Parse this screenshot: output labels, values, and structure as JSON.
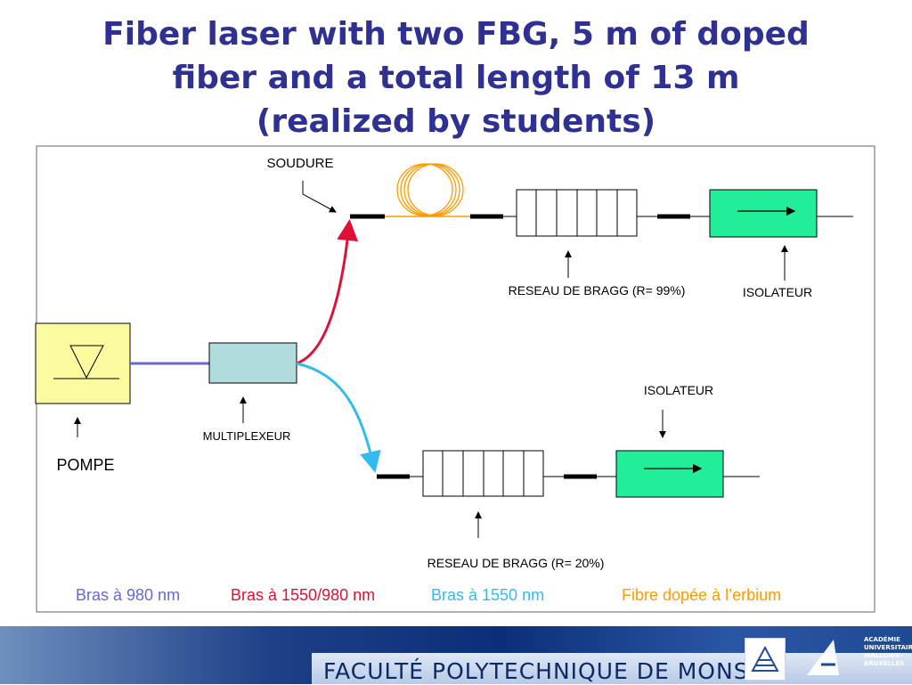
{
  "title": {
    "line1": "Fiber laser with two FBG, 5 m of doped",
    "line2": "fiber and a total length of 13 m",
    "line3": "(realized by students)"
  },
  "labels": {
    "soudure": "SOUDURE",
    "reseau_99": "RESEAU DE BRAGG (R= 99%)",
    "isolateur_top": "ISOLATEUR",
    "isolateur_bottom": "ISOLATEUR",
    "multiplexeur": "MULTIPLEXEUR",
    "pompe": "POMPE",
    "reseau_20": "RESEAU DE BRAGG (R= 20%)"
  },
  "legend": {
    "bras_980": "Bras à 980 nm",
    "bras_1550_980": "Bras à 1550/980 nm",
    "bras_1550": "Bras à 1550 nm",
    "fibre_dopee": "Fibre dopée à l’erbium"
  },
  "colors": {
    "title": "#2E3192",
    "bras_980": "#6666DD",
    "bras_1550_980": "#DD1133",
    "bras_1550": "#33BBEE",
    "fibre_dopee": "#FF9900",
    "isolator_fill": "#22EE99",
    "pump_fill": "#FAFA9E",
    "mux_fill": "#B0DCDE"
  },
  "footer": {
    "text": "FACULTÉ POLYTECHNIQUE DE MONS",
    "academy": [
      "ACADÉMIE",
      "UNIVERSITAIRE",
      "WALLONIE-",
      "BRUXELLES"
    ]
  }
}
